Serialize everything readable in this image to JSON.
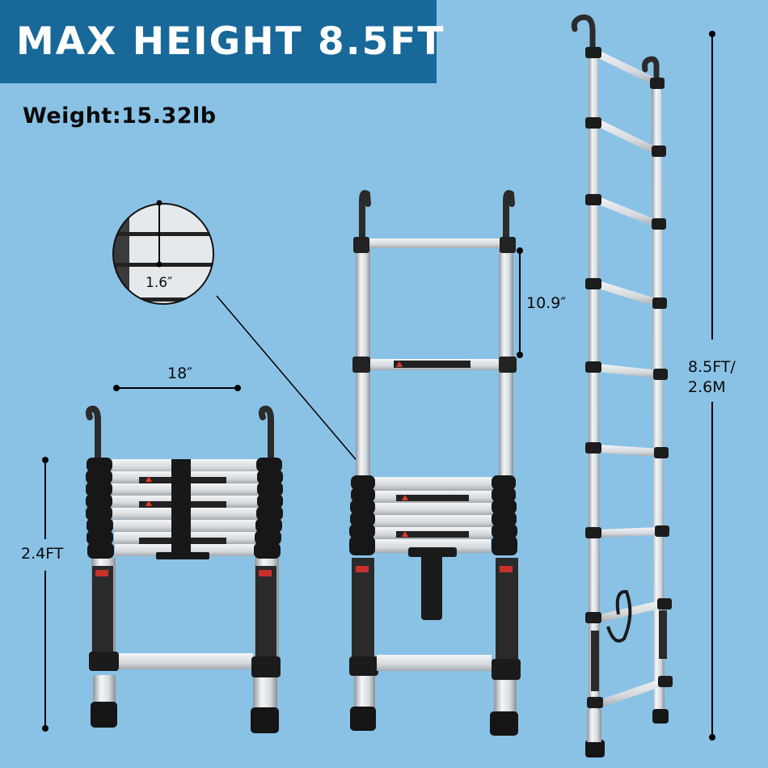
{
  "banner": {
    "title": "MAX HEIGHT 8.5FT",
    "background": "#186899",
    "text_color": "#ffffff"
  },
  "weight": {
    "label": "Weight:15.32lb"
  },
  "background_color": "#8ac2e6",
  "dimensions": {
    "rung_spacing_detail": "1.6″",
    "rung_gap": "10.9″",
    "width": "18″",
    "folded_height": "2.4FT",
    "max_height_line1": "8.5FT/",
    "max_height_line2": "2.6M"
  },
  "images": [
    {
      "name": "folded-ladder",
      "description": "Telescoping ladder fully collapsed with hooks and strap"
    },
    {
      "name": "partially-extended-ladder",
      "description": "Telescoping ladder with two top rungs extended"
    },
    {
      "name": "fully-extended-ladder",
      "description": "Telescoping ladder fully extended to 8.5ft with hooks"
    },
    {
      "name": "magnifier-detail",
      "description": "Close-up of stacked rungs showing 1.6 inch spacing"
    }
  ]
}
